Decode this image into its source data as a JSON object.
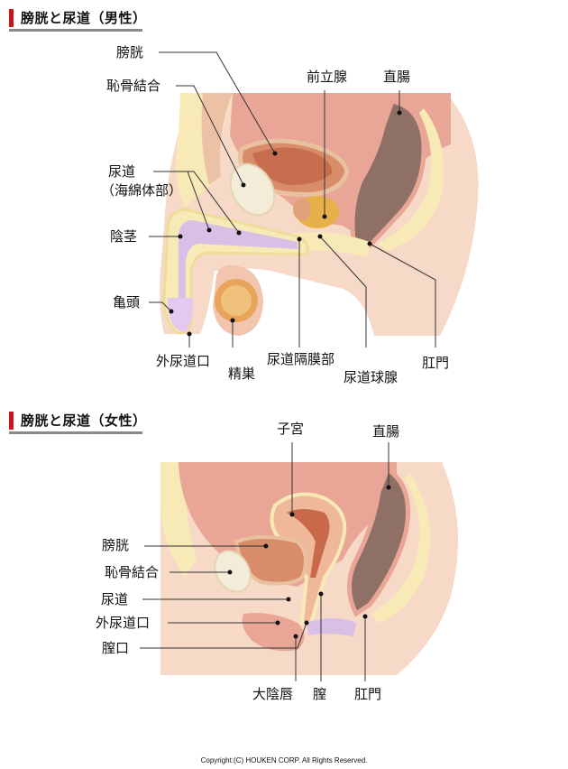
{
  "male": {
    "title": "膀胱と尿道（男性）",
    "labels": {
      "bladder": "膀胱",
      "pubic_symphysis": "恥骨結合",
      "prostate": "前立腺",
      "rectum": "直腸",
      "urethra": "尿道",
      "urethra_sub": "（海綿体部）",
      "penis": "陰茎",
      "glans": "亀頭",
      "external_urethral_orifice": "外尿道口",
      "testis": "精巣",
      "membranous_urethra": "尿道隔膜部",
      "bulbourethral_gland": "尿道球腺",
      "anus": "肛門"
    }
  },
  "female": {
    "title": "膀胱と尿道（女性）",
    "labels": {
      "uterus": "子宮",
      "rectum": "直腸",
      "bladder": "膀胱",
      "pubic_symphysis": "恥骨結合",
      "urethra": "尿道",
      "external_urethral_orifice": "外尿道口",
      "vaginal_orifice": "膣口",
      "labia_majora": "大陰唇",
      "vagina": "膣",
      "anus": "肛門"
    }
  },
  "copyright": "Copyright:(C) HOUKEN CORP. All Rights Reserved.",
  "colors": {
    "accent": "#c8161d",
    "skin": "#f6d9c6",
    "fat": "#f8eab6",
    "muscle": "#e9a595",
    "bladder": "#d98c6a",
    "rectum": "#8f7066",
    "urethra": "#d9bfe6"
  }
}
